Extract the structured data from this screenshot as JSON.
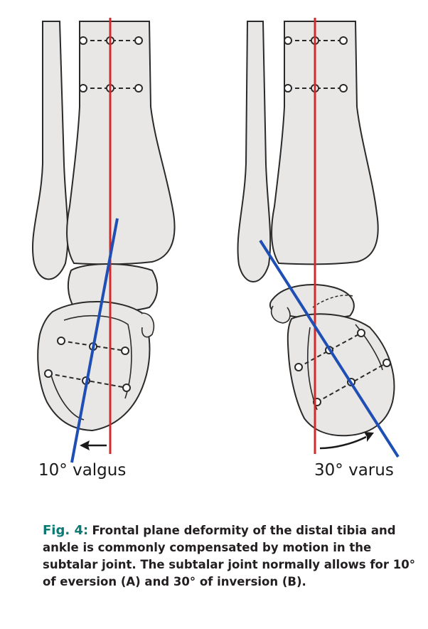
{
  "colors": {
    "bone_fill": "#e9e7e5",
    "bone_outline": "#2a2a2a",
    "reference_axis": "#d22a2a",
    "calcaneal_axis": "#1f4fb4",
    "caption_prefix": "#0a7a73"
  },
  "panels": [
    {
      "id": "A",
      "label": "10° valgus",
      "arrow_direction": "medial"
    },
    {
      "id": "B",
      "label": "30° varus",
      "arrow_direction": "lateral"
    }
  ],
  "caption": {
    "prefix": "Fig. 4:",
    "text": "Frontal plane deformity of the distal tibia and ankle is commonly compensated by motion in the subtalar joint. The subtalar joint normally allows for 10° of eversion (A) and 30° of inversion (B)."
  }
}
